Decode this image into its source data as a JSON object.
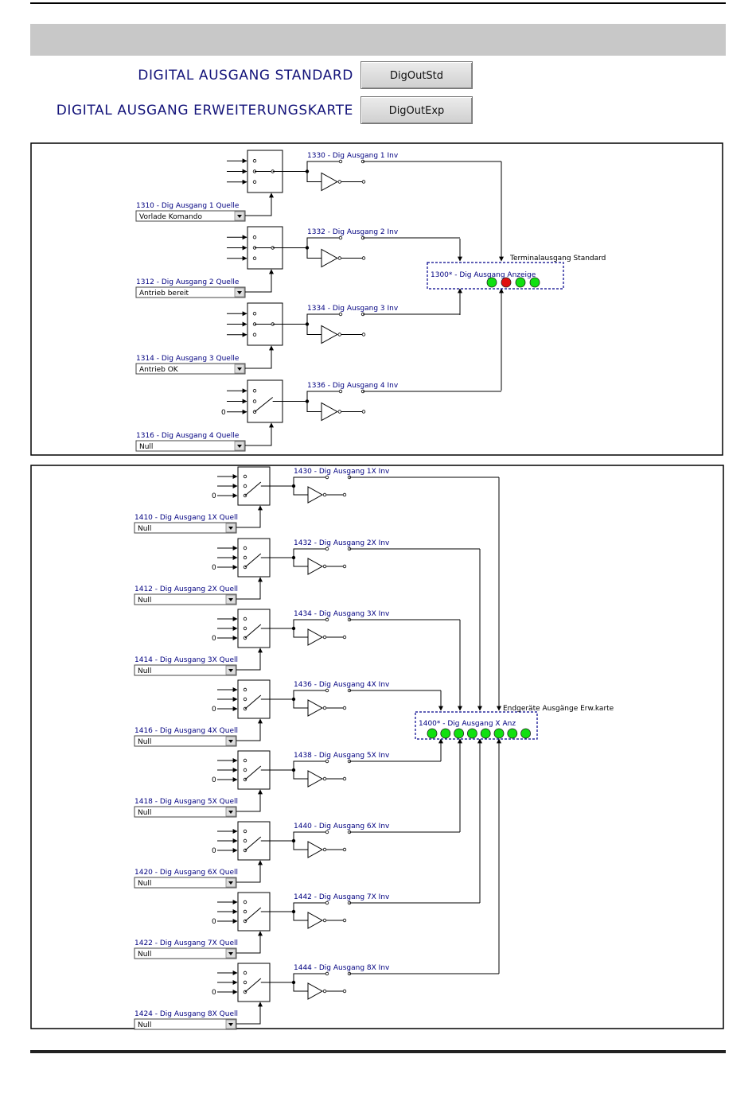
{
  "header": {
    "std_label": "DIGITAL AUSGANG STANDARD",
    "std_button": "DigOutStd",
    "exp_label": "DIGITAL AUSGANG ERWEITERUNGSKARTE",
    "exp_button": "DigOutExp"
  },
  "standard": {
    "display_title": "1300* - Dig Ausgang Anzeige",
    "terminal_label": "Terminalausgang Standard",
    "leds": [
      "#10e010",
      "#e01010",
      "#10e010",
      "#10e010"
    ],
    "channels": [
      {
        "source_label": "1310 - Dig Ausgang 1 Quelle",
        "source_value": "Vorlade Komando",
        "inv_label": "1330 - Dig Ausgang 1 Inv",
        "zero": ""
      },
      {
        "source_label": "1312 - Dig Ausgang 2 Quelle",
        "source_value": "Antrieb bereit",
        "inv_label": "1332 - Dig Ausgang 2 Inv",
        "zero": ""
      },
      {
        "source_label": "1314 - Dig Ausgang 3 Quelle",
        "source_value": "Antrieb OK",
        "inv_label": "1334 - Dig Ausgang 3 Inv",
        "zero": ""
      },
      {
        "source_label": "1316 - Dig Ausgang 4 Quelle",
        "source_value": "Null",
        "inv_label": "1336 - Dig Ausgang 4 Inv",
        "zero": "0"
      }
    ]
  },
  "expansion": {
    "display_title": "1400* - Dig Ausgang X Anz",
    "terminal_label": "Endgeräte Ausgänge Erw.karte",
    "leds": [
      "#10e010",
      "#10e010",
      "#10e010",
      "#10e010",
      "#10e010",
      "#10e010",
      "#10e010",
      "#10e010"
    ],
    "channels": [
      {
        "source_label": "1410 - Dig Ausgang 1X Quell",
        "source_value": "Null",
        "inv_label": "1430 - Dig Ausgang 1X Inv",
        "zero": "0"
      },
      {
        "source_label": "1412 - Dig Ausgang 2X Quell",
        "source_value": "Null",
        "inv_label": "1432 - Dig Ausgang 2X Inv",
        "zero": "0"
      },
      {
        "source_label": "1414 - Dig Ausgang 3X Quell",
        "source_value": "Null",
        "inv_label": "1434 - Dig Ausgang 3X Inv",
        "zero": "0"
      },
      {
        "source_label": "1416 - Dig Ausgang 4X Quell",
        "source_value": "Null",
        "inv_label": "1436 - Dig Ausgang 4X Inv",
        "zero": "0"
      },
      {
        "source_label": "1418 - Dig Ausgang 5X Quell",
        "source_value": "Null",
        "inv_label": "1438 - Dig Ausgang 5X Inv",
        "zero": "0"
      },
      {
        "source_label": "1420 - Dig Ausgang 6X Quell",
        "source_value": "Null",
        "inv_label": "1440 - Dig Ausgang 6X Inv",
        "zero": "0"
      },
      {
        "source_label": "1422 - Dig Ausgang 7X Quell",
        "source_value": "Null",
        "inv_label": "1442 - Dig Ausgang 7X Inv",
        "zero": "0"
      },
      {
        "source_label": "1424 - Dig Ausgang 8X Quell",
        "source_value": "Null",
        "inv_label": "1444 - Dig Ausgang 8X Inv",
        "zero": "0"
      }
    ]
  }
}
